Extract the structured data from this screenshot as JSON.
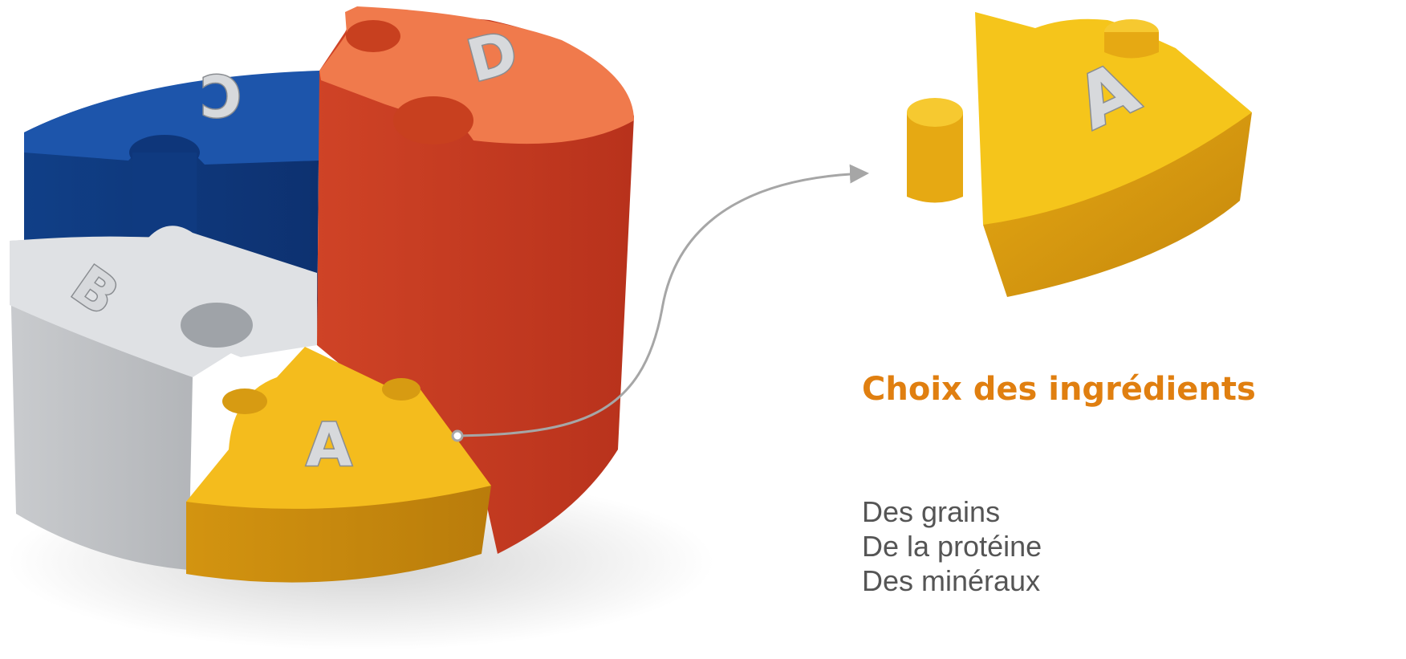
{
  "diagram": {
    "pieces": [
      {
        "letter": "A",
        "color": "#f2b416"
      },
      {
        "letter": "B",
        "color": "#cfd1d5"
      },
      {
        "letter": "C",
        "color": "#1a52a6"
      },
      {
        "letter": "D",
        "color": "#e4572e"
      }
    ],
    "detached_piece": {
      "letter": "A",
      "color": "#f2c31c"
    },
    "connector_color": "#a6a6a6"
  },
  "content": {
    "title": "Choix des ingrédients",
    "items": [
      "Des grains",
      "De la protéine",
      "Des minéraux"
    ]
  }
}
